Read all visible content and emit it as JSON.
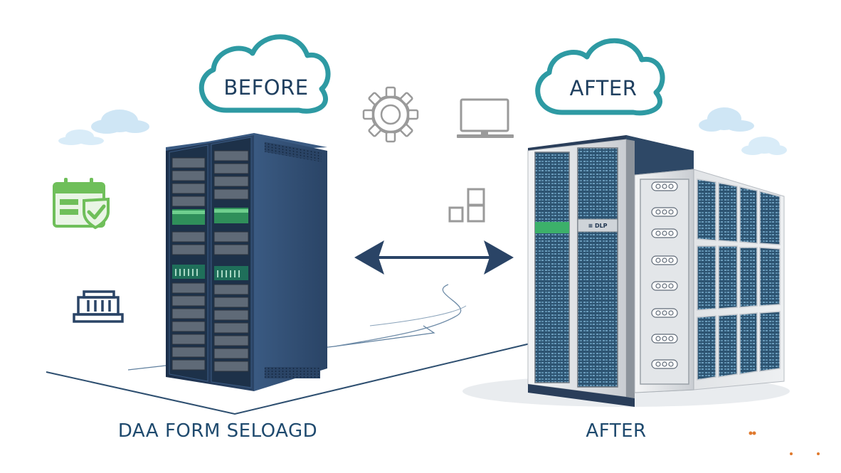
{
  "clouds": {
    "before_label": "BEFORE",
    "after_label": "AFTER"
  },
  "captions": {
    "left": "DAA FORM SELOAGD",
    "right": "AFTER"
  },
  "chassis_label": "≡ DLP",
  "icons": {
    "calendar": "calendar-check-icon",
    "register": "cash-register-icon",
    "gear": "gear-icon",
    "monitor": "monitor-icon",
    "blocks": "blocks-icon",
    "arrow": "double-arrow-icon"
  },
  "colors": {
    "navy": "#2a4466",
    "teal": "#2e9aa3",
    "green": "#3cb06a",
    "sky": "#cfe6f5",
    "gray_icon": "#9a9a9a"
  }
}
